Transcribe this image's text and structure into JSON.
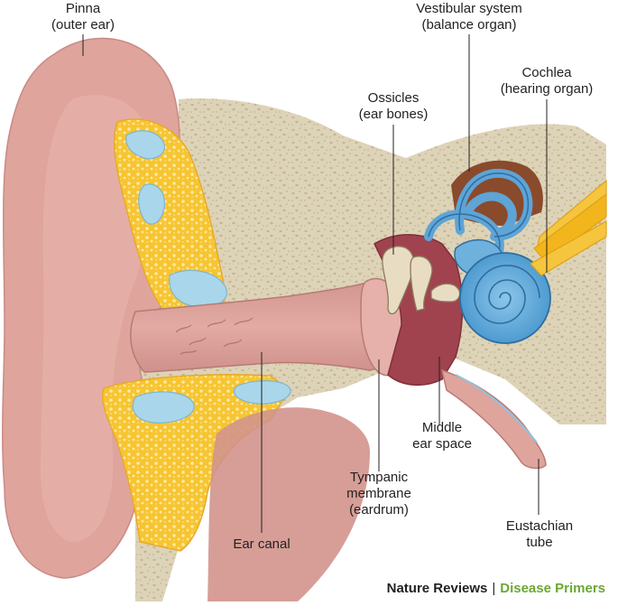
{
  "labels": {
    "pinna": {
      "line1": "Pinna",
      "line2": "(outer ear)"
    },
    "vestibular": {
      "line1": "Vestibular system",
      "line2": "(balance organ)"
    },
    "cochlea": {
      "line1": "Cochlea",
      "line2": "(hearing organ)"
    },
    "ossicles": {
      "line1": "Ossicles",
      "line2": "(ear bones)"
    },
    "middle_ear": {
      "line1": "Middle",
      "line2": "ear space"
    },
    "tympanic": {
      "line1": "Tympanic",
      "line2": "membrane",
      "line3": "(eardrum)"
    },
    "ear_canal": {
      "line1": "Ear canal"
    },
    "eustachian": {
      "line1": "Eustachian",
      "line2": "tube"
    }
  },
  "footer": {
    "journal": "Nature Reviews",
    "separator": "|",
    "series": "Disease Primers"
  },
  "colors": {
    "skin": "#dfa49c",
    "skin_dark": "#c98a86",
    "bone": "#ddd3b8",
    "bone_dot": "#c7b990",
    "cartilage": "#f6c02e",
    "fluid": "#a9d6ea",
    "cochlea": "#6fb1dd",
    "middle_ear": "#a0434f",
    "nerve": "#f2b51c",
    "footer_accent": "#6aa833"
  }
}
